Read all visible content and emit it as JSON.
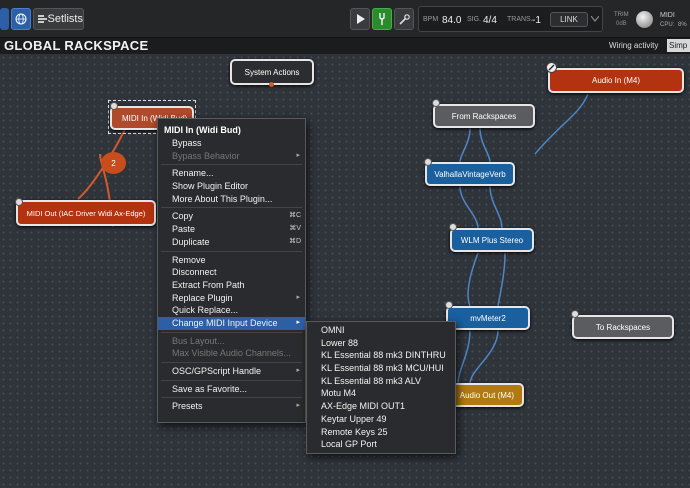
{
  "toolbar": {
    "setlists": "Setlists",
    "bpm_label": "BPM",
    "bpm_value": "84.0",
    "sig_label": "SIG.",
    "sig_value": "4/4",
    "trans_label": "TRANS.",
    "trans_value": "-1",
    "link": "LINK",
    "trim_label": "TRIM",
    "trim_value": "0dB",
    "midi_label": "MIDI",
    "cpu_label": "CPU:",
    "cpu_value": "8%"
  },
  "header": {
    "title": "GLOBAL RACKSPACE",
    "wiring": "Wiring activity",
    "mode": "Simp"
  },
  "plugins": {
    "system_actions": "System Actions",
    "midi_in": "MIDI In (Widi Bud)",
    "midi_out": "MIDI Out (IAC Driver Widi Ax-Edge)",
    "audio_in": "Audio In (M4)",
    "from_rackspaces": "From Rackspaces",
    "valhalla": "ValhallaVintageVerb",
    "wlm": "WLM Plus Stereo",
    "mvmeter": "mvMeter2",
    "to_rackspaces": "To Rackspaces",
    "audio_out": "Audio Out (M4)",
    "badge": "2"
  },
  "context_menu": {
    "header": "MIDI In (Widi Bud)",
    "items": {
      "bypass": "Bypass",
      "bypass_behavior": "Bypass Behavior",
      "rename": "Rename...",
      "show_editor": "Show Plugin Editor",
      "more_about": "More About This Plugin...",
      "copy": "Copy",
      "copy_sc": "⌘C",
      "paste": "Paste",
      "paste_sc": "⌘V",
      "duplicate": "Duplicate",
      "duplicate_sc": "⌘D",
      "remove": "Remove",
      "disconnect": "Disconnect",
      "extract": "Extract From Path",
      "replace": "Replace Plugin",
      "quick_replace": "Quick Replace...",
      "change_midi": "Change MIDI Input Device",
      "bus_layout": "Bus Layout...",
      "max_audio": "Max Visible Audio Channels...",
      "osc": "OSC/GPScript Handle",
      "save_fav": "Save as Favorite...",
      "presets": "Presets"
    }
  },
  "submenu": {
    "devices": [
      "OMNI",
      "Lower 88",
      "KL Essential 88 mk3 DINTHRU",
      "KL Essential 88 mk3 MCU/HUI",
      "KL Essential 88 mk3 ALV",
      "Motu M4",
      "AX-Edge MIDI OUT1",
      "Keytar Upper 49",
      "Remote Keys 25",
      "Local GP Port"
    ]
  },
  "colors": {
    "midi_plugin": "#b04a2c",
    "audio_io": "#b33210",
    "effect": "#1a5f9e",
    "routing": "#5a5c60",
    "audio_out": "#b07a10",
    "highlight": "#2c5fa6"
  }
}
